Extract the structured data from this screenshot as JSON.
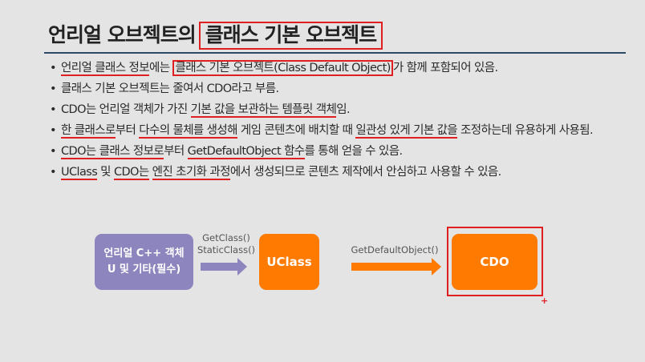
{
  "title": {
    "prefix": "언리얼 오브젝트의",
    "highlight": "클래스 기본 오브젝트"
  },
  "bullets": [
    {
      "a": "언리얼 클래스 정보",
      "b": "에는 ",
      "c": "클래스 기본 오브젝트(Class Default Object)",
      "d": "가 함께 포함되어 있음."
    },
    {
      "a": "클래스 기본 오브젝트는 줄여서 CDO라고 부름."
    },
    {
      "a": "CDO는 언리얼 객체가 가진 ",
      "b": "기본 값을 보관하는 템플릿 객체",
      "c": "임."
    },
    {
      "a": "한 클래스로",
      "b": "부터 ",
      "c": "다수의 물체를 생성해",
      "d": " 게임 콘텐츠에 배치할 때 ",
      "e": "일관성 있게 기본 값을",
      "f": " 조정하는데 유용하게 사용됨."
    },
    {
      "a": "CDO는 클래스 정보로",
      "b": "부터 ",
      "c": "GetDefaultObject 함수",
      "d": "를 통해 얻을 수 있음."
    },
    {
      "a": "UClass",
      "b": " 및 ",
      "c": "CDO는",
      "d": " ",
      "e": "엔진 초기화 과정",
      "f": "에서 생성되므로 콘텐츠 제작에서 안심하고 사용할 수 있음."
    }
  ],
  "diagram": {
    "source": {
      "line1": "언리얼 C++ 객체",
      "line2": "U 및 기타(필수)"
    },
    "arrow1": {
      "line1": "GetClass()",
      "line2": "StaticClass()"
    },
    "uclass": "UClass",
    "arrow2": "GetDefaultObject()",
    "cdo": "CDO",
    "colors": {
      "purple": "#8d85bd",
      "orange": "#ff7a00",
      "annotation": "#e02020"
    }
  }
}
